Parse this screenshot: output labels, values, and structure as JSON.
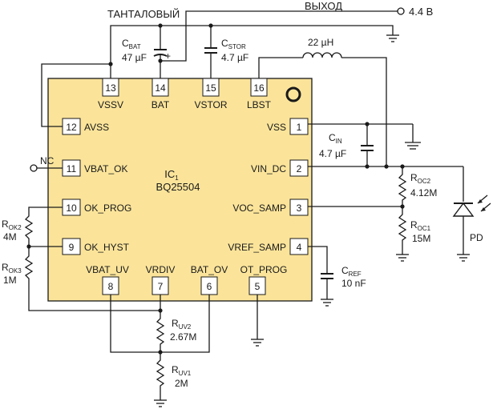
{
  "labels": {
    "tantalum": "ТАНТАЛОВЫЙ",
    "output": "ВЫХОД",
    "output_voltage": "4.4 В",
    "nc": "NC",
    "pd": "PD"
  },
  "ic": {
    "ref_main": "IC",
    "ref_sub": "1",
    "part": "BQ25504"
  },
  "pins": [
    {
      "num": "1",
      "name": "VSS"
    },
    {
      "num": "2",
      "name": "VIN_DC"
    },
    {
      "num": "3",
      "name": "VOC_SAMP"
    },
    {
      "num": "4",
      "name": "VREF_SAMP"
    },
    {
      "num": "5",
      "name": "OT_PROG"
    },
    {
      "num": "6",
      "name": "BAT_OV"
    },
    {
      "num": "7",
      "name": "VRDIV"
    },
    {
      "num": "8",
      "name": "VBAT_UV"
    },
    {
      "num": "9",
      "name": "OK_HYST"
    },
    {
      "num": "10",
      "name": "OK_PROG"
    },
    {
      "num": "11",
      "name": "VBAT_OK"
    },
    {
      "num": "12",
      "name": "AVSS"
    },
    {
      "num": "13",
      "name": "VSSV"
    },
    {
      "num": "14",
      "name": "BAT"
    },
    {
      "num": "15",
      "name": "VSTOR"
    },
    {
      "num": "16",
      "name": "LBST"
    }
  ],
  "components": {
    "cbat": {
      "main": "C",
      "sub": "BAT",
      "value": "47 µF",
      "polarity": "+"
    },
    "cstor": {
      "main": "C",
      "sub": "STOR",
      "value": "4.7 µF"
    },
    "inductor": {
      "value": "22 µH"
    },
    "cin": {
      "main": "C",
      "sub": "IN",
      "value": "4.7 µF"
    },
    "roc2": {
      "main": "R",
      "sub": "OC2",
      "value": "4.12M"
    },
    "roc1": {
      "main": "R",
      "sub": "OC1",
      "value": "15M"
    },
    "cref": {
      "main": "C",
      "sub": "REF",
      "value": "10 nF"
    },
    "rok2": {
      "main": "R",
      "sub": "OK2",
      "value": "4M"
    },
    "rok3": {
      "main": "R",
      "sub": "OK3",
      "value": "1M"
    },
    "ruv2": {
      "main": "R",
      "sub": "UV2",
      "value": "2.67M"
    },
    "ruv1": {
      "main": "R",
      "sub": "UV1",
      "value": "2M"
    }
  }
}
